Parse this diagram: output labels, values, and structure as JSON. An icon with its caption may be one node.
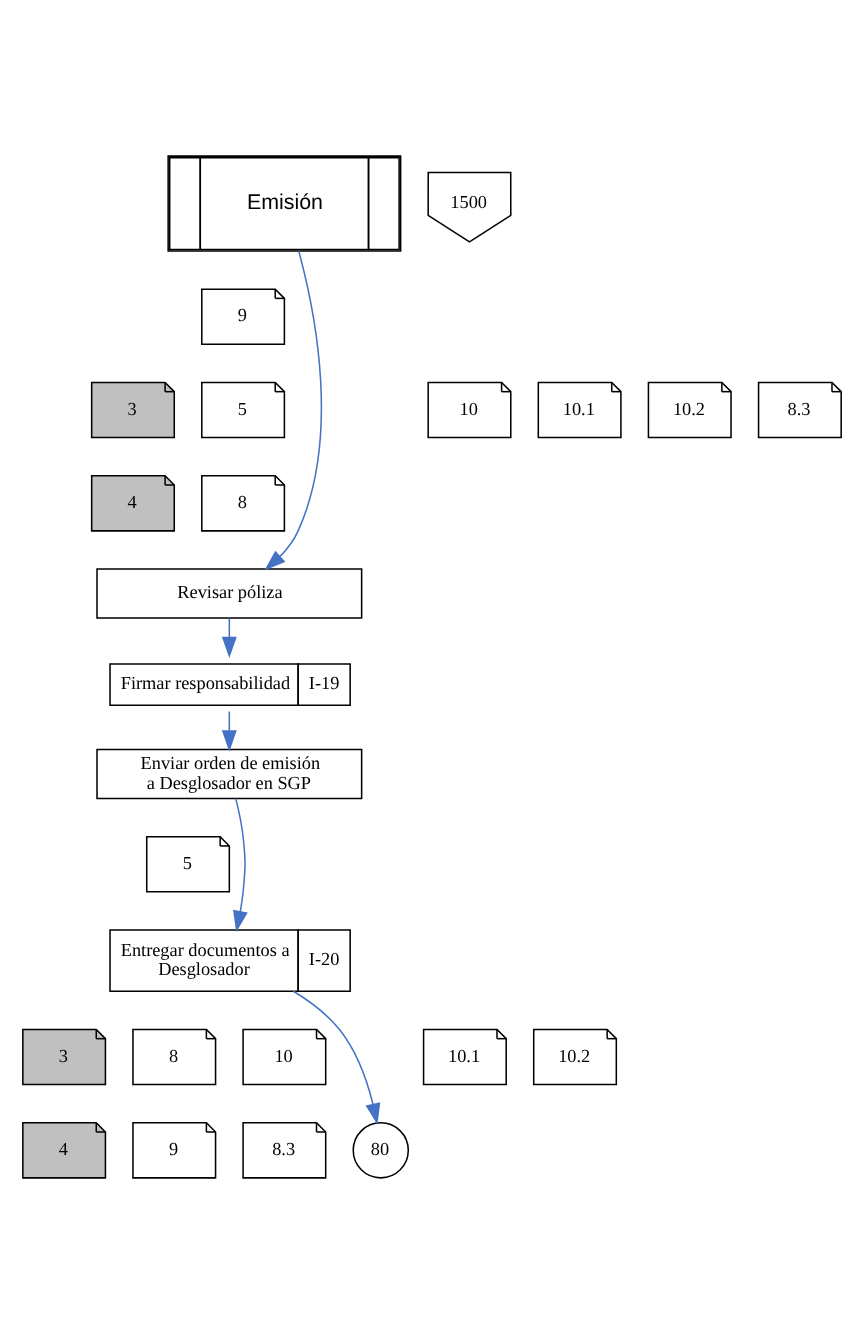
{
  "diagram": {
    "nodes": [
      {
        "text": [
          "Emisión"
        ]
      },
      {
        "text": [
          "1500"
        ]
      },
      {
        "text": [
          "9"
        ]
      },
      {
        "text": [
          "3"
        ]
      },
      {
        "text": [
          "5"
        ]
      },
      {
        "text": [
          "4"
        ]
      },
      {
        "text": [
          "8"
        ]
      },
      {
        "text": [
          "10"
        ]
      },
      {
        "text": [
          "10.1"
        ]
      },
      {
        "text": [
          "10.2"
        ]
      },
      {
        "text": [
          "8.3"
        ]
      },
      {
        "text": [
          "Revisar póliza"
        ]
      },
      {
        "text": [
          "Firmar responsabilidad",
          "I-19"
        ]
      },
      {
        "text": [
          "Enviar orden de emisión a Desglosador en SGP"
        ]
      },
      {
        "text": [
          "5"
        ]
      },
      {
        "text": [
          "Entregar documentos a Desglosador",
          "I-20"
        ]
      },
      {
        "text": [
          "3"
        ]
      },
      {
        "text": [
          "8"
        ]
      },
      {
        "text": [
          "10"
        ]
      },
      {
        "text": [
          "10.1"
        ]
      },
      {
        "text": [
          "10.2"
        ]
      },
      {
        "text": [
          "4"
        ]
      },
      {
        "text": [
          "80"
        ]
      },
      {
        "text": [
          "9"
        ]
      },
      {
        "text": [
          "8.3"
        ]
      }
    ],
    "edges": [
      {
        "from": 0,
        "to": 11,
        "arrow": "to"
      },
      {
        "from": 11,
        "to": 12,
        "arrow": "to"
      },
      {
        "from": 12,
        "to": 13,
        "arrow": "to"
      },
      {
        "from": 13,
        "to": 15,
        "arrow": "to"
      },
      {
        "from": 15,
        "to": 22,
        "arrow": "to"
      }
    ]
  }
}
